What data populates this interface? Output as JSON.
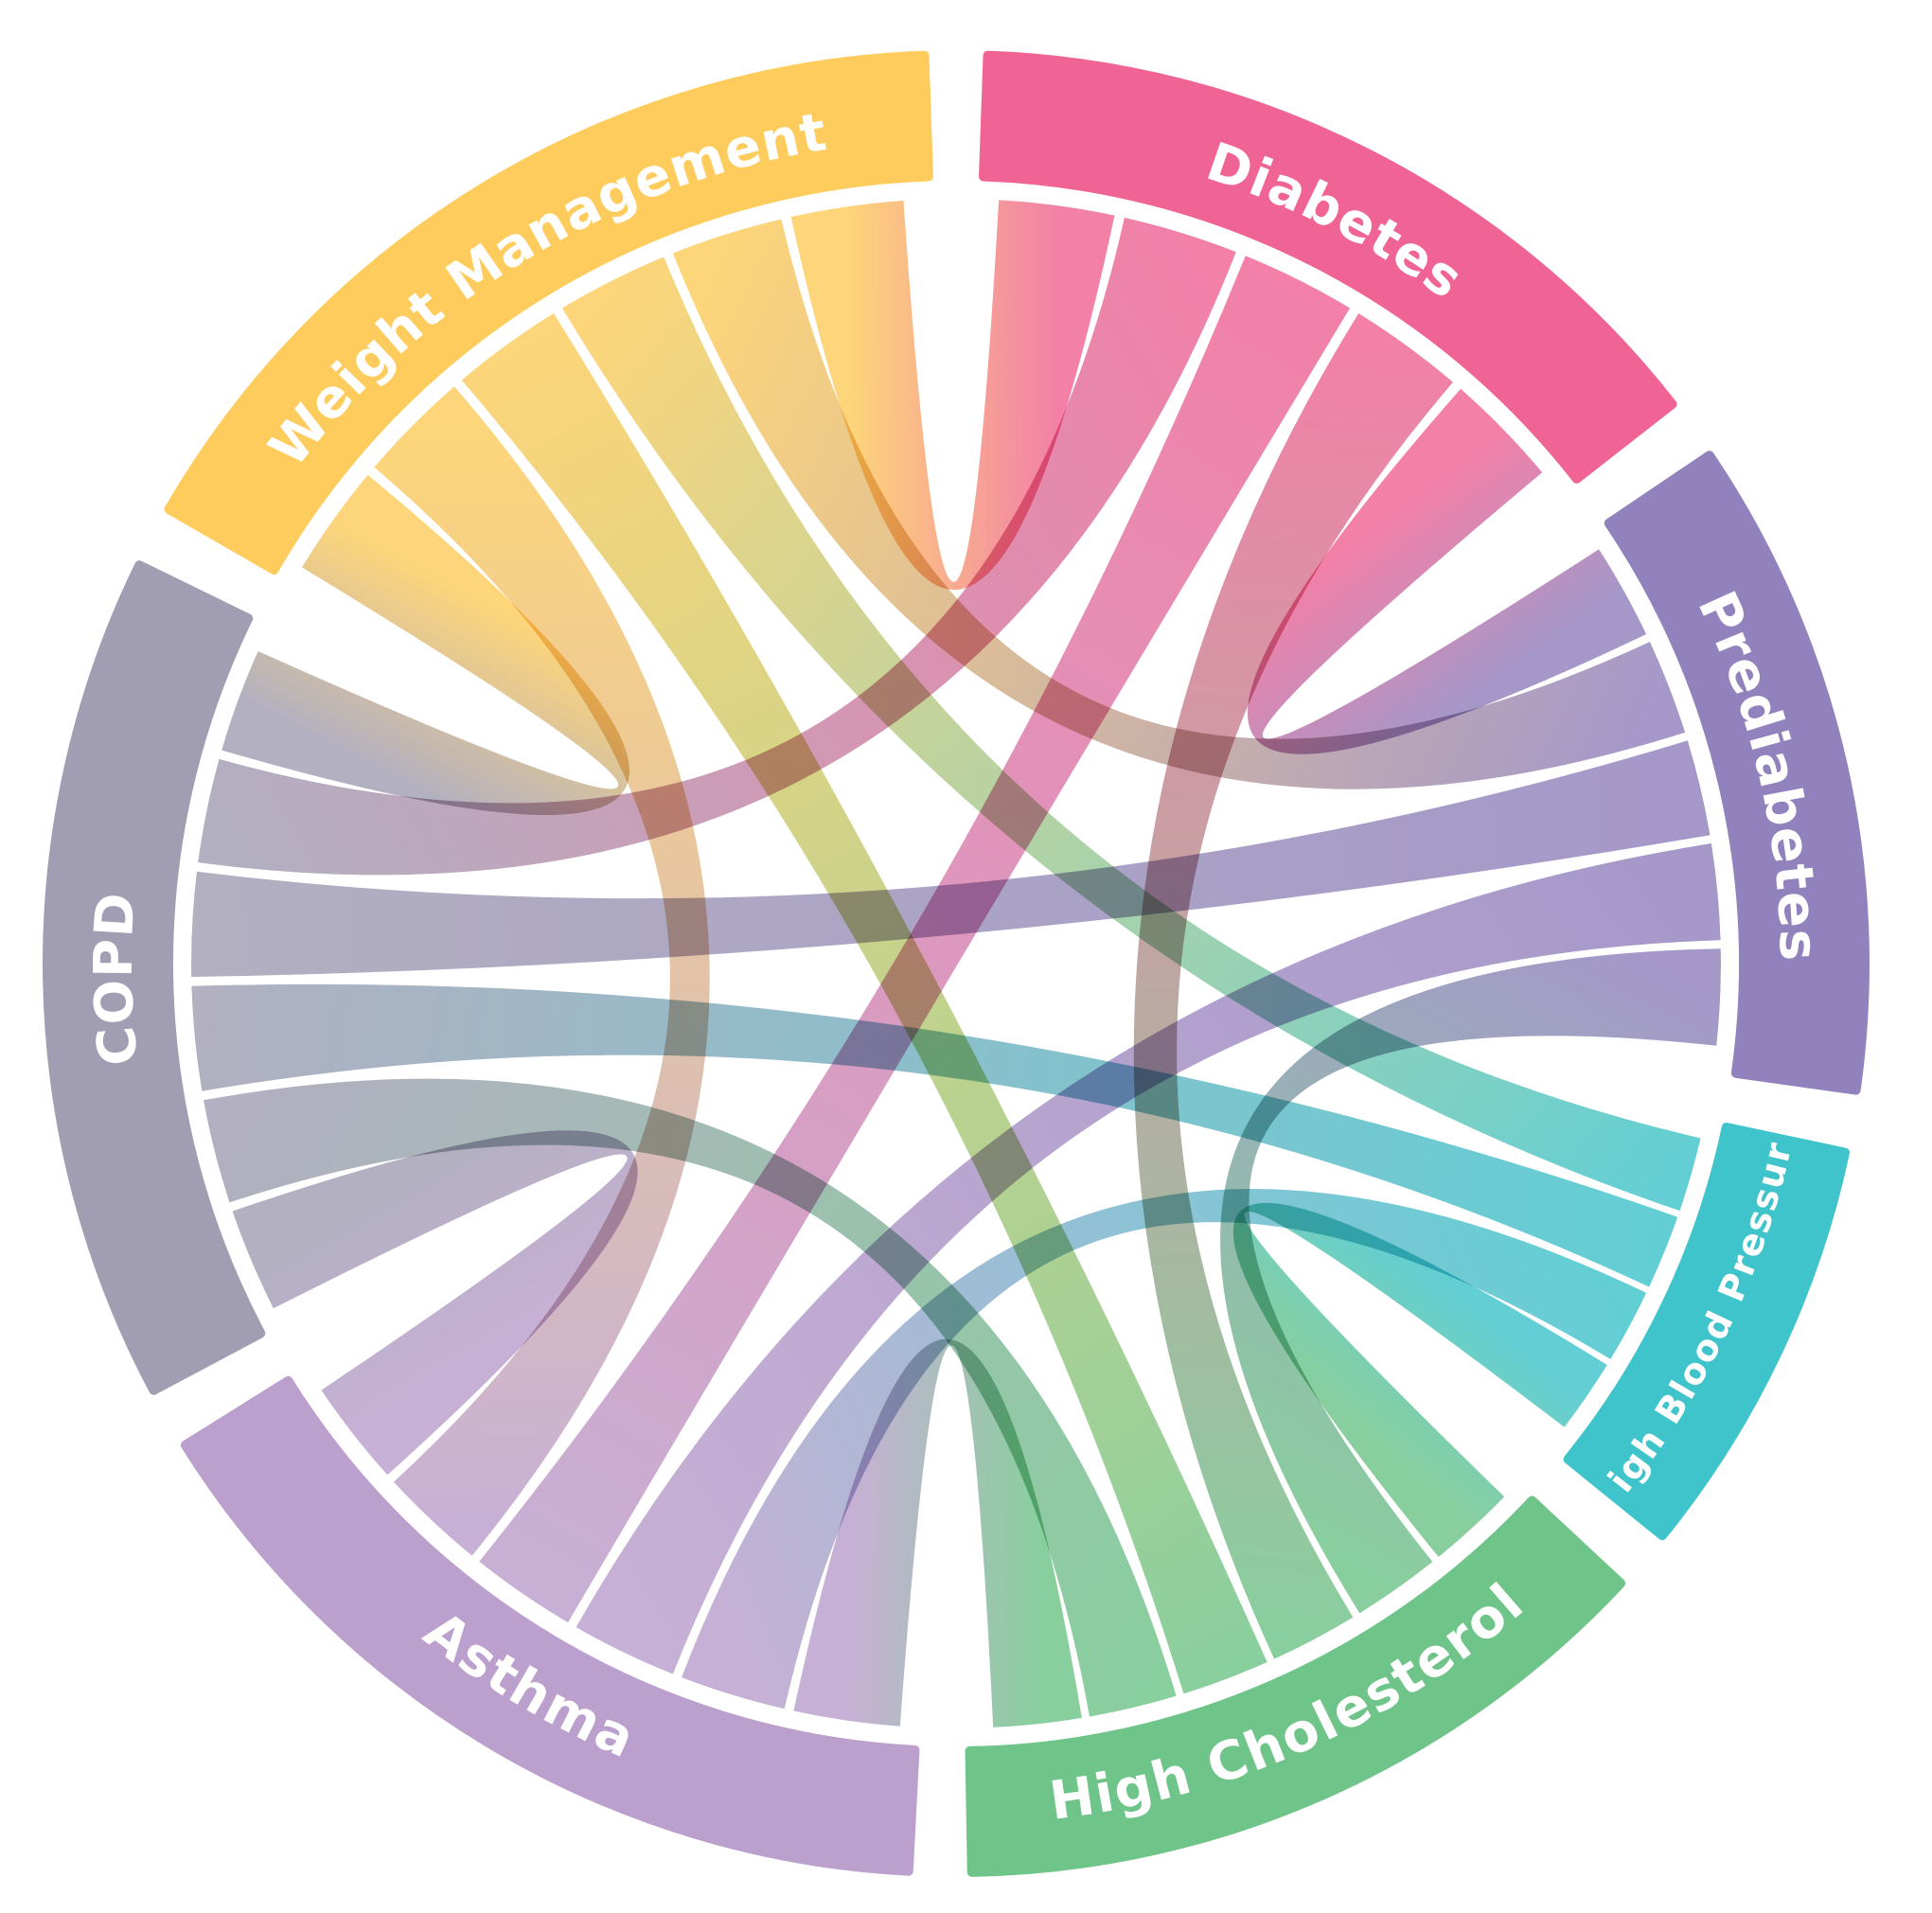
{
  "diagram": {
    "type": "chord",
    "groups": [
      {
        "id": "diabetes",
        "label": "Diabetes",
        "color": "#ef6494"
      },
      {
        "id": "prediabetes",
        "label": "Prediabetes",
        "color": "#9181bd"
      },
      {
        "id": "hbp",
        "label": "High Blood Pressure",
        "color": "#3fc4cb"
      },
      {
        "id": "chol",
        "label": "High Cholesterol",
        "color": "#6fc489"
      },
      {
        "id": "asthma",
        "label": "Asthma",
        "color": "#bb9fcc"
      },
      {
        "id": "copd",
        "label": "COPD",
        "color": "#a19eb3"
      },
      {
        "id": "weight",
        "label": "Weight Management",
        "color": "#fdcc5c"
      }
    ],
    "connections": [
      {
        "from": "diabetes",
        "to": "weight"
      },
      {
        "from": "diabetes",
        "to": "prediabetes"
      },
      {
        "from": "diabetes",
        "to": "chol"
      },
      {
        "from": "diabetes",
        "to": "asthma"
      },
      {
        "from": "diabetes",
        "to": "copd"
      },
      {
        "from": "weight",
        "to": "prediabetes"
      },
      {
        "from": "weight",
        "to": "hbp"
      },
      {
        "from": "weight",
        "to": "chol"
      },
      {
        "from": "weight",
        "to": "copd"
      },
      {
        "from": "weight",
        "to": "asthma"
      },
      {
        "from": "prediabetes",
        "to": "chol"
      },
      {
        "from": "prediabetes",
        "to": "copd"
      },
      {
        "from": "prediabetes",
        "to": "asthma"
      },
      {
        "from": "hbp",
        "to": "copd"
      },
      {
        "from": "hbp",
        "to": "asthma"
      },
      {
        "from": "hbp",
        "to": "chol"
      },
      {
        "from": "chol",
        "to": "copd"
      },
      {
        "from": "chol",
        "to": "asthma"
      },
      {
        "from": "asthma",
        "to": "copd"
      }
    ]
  }
}
